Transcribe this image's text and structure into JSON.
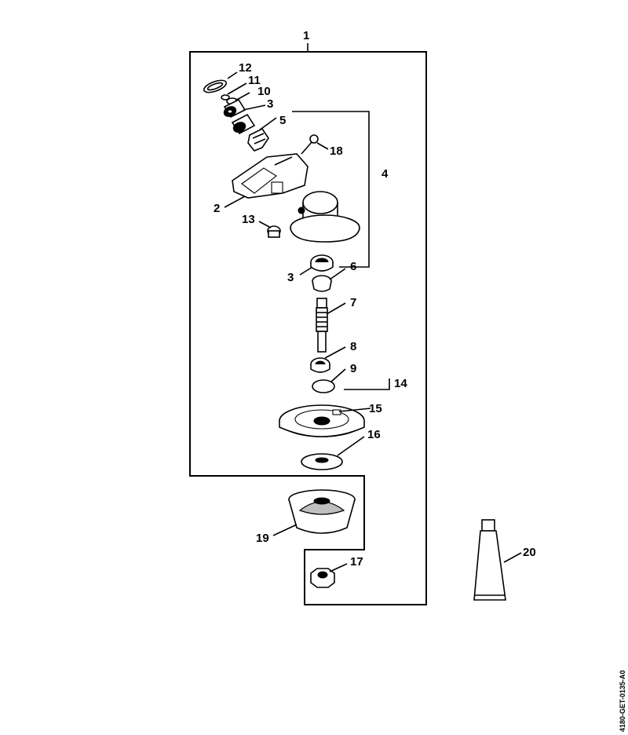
{
  "parts": {
    "p1": "1",
    "p2": "2",
    "p3a": "3",
    "p3b": "3",
    "p4": "4",
    "p5": "5",
    "p6": "6",
    "p7": "7",
    "p8": "8",
    "p9": "9",
    "p10": "10",
    "p11": "11",
    "p12": "12",
    "p13": "13",
    "p14": "14",
    "p15": "15",
    "p16": "16",
    "p17": "17",
    "p18": "18",
    "p19": "19",
    "p20": "20"
  },
  "drawing_code": "4180-GET-0135-A0"
}
